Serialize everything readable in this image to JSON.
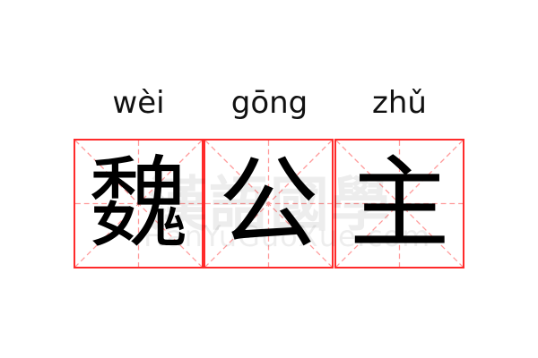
{
  "characters": [
    {
      "hanzi": "魏",
      "pinyin": "wèi"
    },
    {
      "hanzi": "公",
      "pinyin": "gōng"
    },
    {
      "hanzi": "主",
      "pinyin": "zhǔ"
    }
  ],
  "watermark": {
    "logo": "漢語國學",
    "site": "HanYuGuoXue.com"
  },
  "colors": {
    "grid_border": "#ff2b2b",
    "grid_guides": "#ff9a9a",
    "text": "#000000"
  }
}
